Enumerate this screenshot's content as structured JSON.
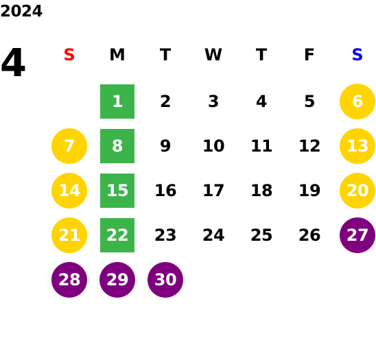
{
  "year": "2024",
  "month": "4",
  "weekdays": [
    {
      "label": "S",
      "color": "#ff0000"
    },
    {
      "label": "M",
      "color": "#000000"
    },
    {
      "label": "T",
      "color": "#000000"
    },
    {
      "label": "W",
      "color": "#000000"
    },
    {
      "label": "T",
      "color": "#000000"
    },
    {
      "label": "F",
      "color": "#000000"
    },
    {
      "label": "S",
      "color": "#0000ee"
    }
  ],
  "colors": {
    "yellow": "#ffd400",
    "green": "#3cb44a",
    "purple": "#7f007f"
  },
  "weeks": [
    [
      null,
      {
        "day": "1",
        "mark": "green"
      },
      {
        "day": "2"
      },
      {
        "day": "3"
      },
      {
        "day": "4"
      },
      {
        "day": "5"
      },
      {
        "day": "6",
        "mark": "yellow"
      }
    ],
    [
      {
        "day": "7",
        "mark": "yellow"
      },
      {
        "day": "8",
        "mark": "green"
      },
      {
        "day": "9"
      },
      {
        "day": "10"
      },
      {
        "day": "11"
      },
      {
        "day": "12"
      },
      {
        "day": "13",
        "mark": "yellow"
      }
    ],
    [
      {
        "day": "14",
        "mark": "yellow"
      },
      {
        "day": "15",
        "mark": "green"
      },
      {
        "day": "16"
      },
      {
        "day": "17"
      },
      {
        "day": "18"
      },
      {
        "day": "19"
      },
      {
        "day": "20",
        "mark": "yellow"
      }
    ],
    [
      {
        "day": "21",
        "mark": "yellow"
      },
      {
        "day": "22",
        "mark": "green"
      },
      {
        "day": "23"
      },
      {
        "day": "24"
      },
      {
        "day": "25"
      },
      {
        "day": "26"
      },
      {
        "day": "27",
        "mark": "purple"
      }
    ],
    [
      {
        "day": "28",
        "mark": "purple"
      },
      {
        "day": "29",
        "mark": "purple"
      },
      {
        "day": "30",
        "mark": "purple"
      },
      null,
      null,
      null,
      null
    ]
  ]
}
